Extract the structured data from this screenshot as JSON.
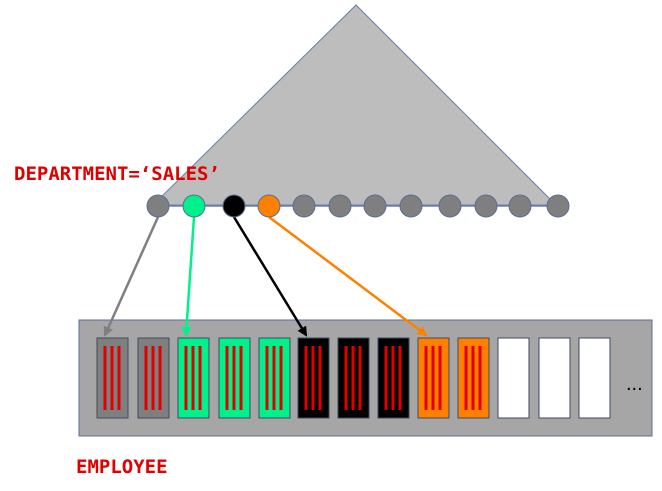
{
  "labels": {
    "predicate": "DEPARTMENT=‘SALES’",
    "table": "EMPLOYEE",
    "ellipsis": "..."
  },
  "colors": {
    "tree_fill": "#bdbdbd",
    "tree_stroke": "#6a7fa8",
    "node_default": "#7f7f7f",
    "node_green": "#00f08c",
    "node_black": "#000000",
    "node_orange": "#ff8000",
    "table_fill": "#a6a6a6",
    "table_stroke": "#5a6e96",
    "page_gray": "#7f7f7f",
    "page_green": "#00f08c",
    "page_black": "#000000",
    "page_orange": "#ff8000",
    "page_empty": "#ffffff",
    "row_line": "#e00000",
    "label_red": "#e00000"
  },
  "leaf_nodes": [
    "gray",
    "green",
    "black",
    "orange",
    "gray",
    "gray",
    "gray",
    "gray",
    "gray",
    "gray",
    "gray",
    "gray"
  ],
  "pages": [
    {
      "color": "gray",
      "rows": true
    },
    {
      "color": "gray",
      "rows": true
    },
    {
      "color": "green",
      "rows": true
    },
    {
      "color": "green",
      "rows": true
    },
    {
      "color": "green",
      "rows": true
    },
    {
      "color": "black",
      "rows": true
    },
    {
      "color": "black",
      "rows": true
    },
    {
      "color": "black",
      "rows": true
    },
    {
      "color": "orange",
      "rows": true
    },
    {
      "color": "orange",
      "rows": true
    },
    {
      "color": "empty",
      "rows": false
    },
    {
      "color": "empty",
      "rows": false
    },
    {
      "color": "empty",
      "rows": false
    }
  ],
  "pointers": [
    {
      "from_node": 0,
      "to_page": 0,
      "color": "gray"
    },
    {
      "from_node": 1,
      "to_page": 2,
      "color": "green"
    },
    {
      "from_node": 2,
      "to_page": 5,
      "color": "black"
    },
    {
      "from_node": 3,
      "to_page": 8,
      "color": "orange"
    }
  ]
}
